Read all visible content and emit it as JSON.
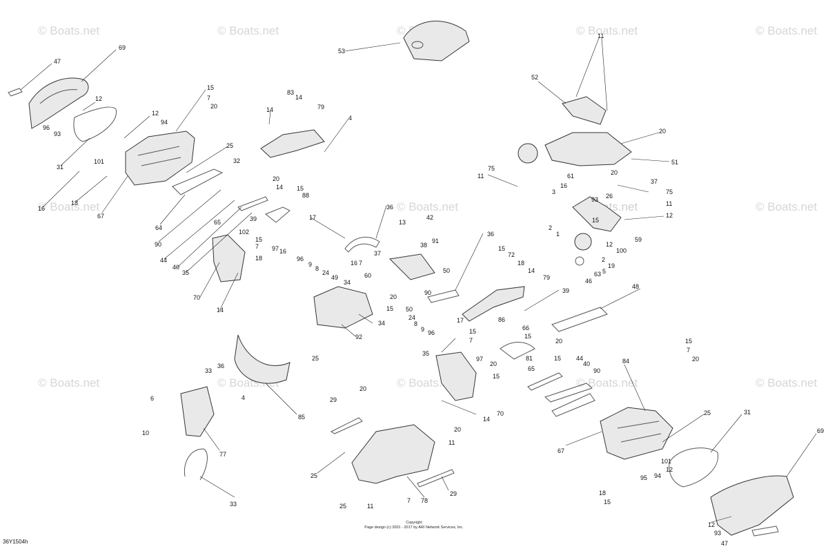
{
  "watermark": "© Boats.net",
  "drawing_id": "36Y1504h",
  "copyright": {
    "line1": "Copyright",
    "line2": "Page design (c) 2001 - 2017 by ARI Network Services, Inc."
  },
  "callouts": {
    "n47a": "47",
    "n69a": "69",
    "n12a": "12",
    "n96a": "96",
    "n93a": "93",
    "n31a": "31",
    "n12b": "12",
    "n94a": "94",
    "n101a": "101",
    "n16a": "16",
    "n18a": "18",
    "n67a": "67",
    "n15a": "15",
    "n7a": "7",
    "n20a": "20",
    "n25a": "25",
    "n64a": "64",
    "n83": "83",
    "n14a": "14",
    "n14b": "14",
    "n79a": "79",
    "n4a": "4",
    "n32": "32",
    "n20b": "20",
    "n14c": "14",
    "n15b": "15",
    "n88": "88",
    "n90a": "90",
    "n44a": "44",
    "n40a": "40",
    "n35a": "35",
    "n65a": "65",
    "n102": "102",
    "n39a": "39",
    "n15c": "15",
    "n7b": "7",
    "n18b": "18",
    "n97a": "97",
    "n16b": "16",
    "n70a": "70",
    "n14d": "14",
    "n53": "53",
    "n11a": "11",
    "n52": "52",
    "n20c": "20",
    "n51": "51",
    "n75a": "75",
    "n11b": "11",
    "n37a": "37",
    "n75b": "75",
    "n3": "3",
    "n16c": "16",
    "n61": "61",
    "n20d": "20",
    "n26": "26",
    "n11c": "11",
    "n93b": "93",
    "n12c": "12",
    "n2a": "2",
    "n1": "1",
    "n15d": "15",
    "n59": "59",
    "n12d": "12",
    "n100": "100",
    "n2b": "2",
    "n19": "19",
    "n46": "46",
    "n63": "63",
    "n5": "5",
    "n36a": "36",
    "n13": "13",
    "n42": "42",
    "n36b": "36",
    "n17a": "17",
    "n37b": "37",
    "n38": "38",
    "n91": "91",
    "n96b": "96",
    "n9a": "9",
    "n8a": "8",
    "n24a": "24",
    "n49": "49",
    "n16d": "16",
    "n7c": "7",
    "n50": "50",
    "n34a": "34",
    "n60": "60",
    "n20e": "20",
    "n15e": "15",
    "n72": "72",
    "n18c": "18",
    "n14e": "14",
    "n79b": "79",
    "n15f": "15",
    "n34b": "34",
    "n92": "92",
    "n25b": "25",
    "n90b": "90",
    "n50b": "50",
    "n24b": "24",
    "n8b": "8",
    "n9b": "9",
    "n96c": "96",
    "n39b": "39",
    "n48": "48",
    "n66": "66",
    "n15g": "15",
    "n17b": "17",
    "n86": "86",
    "n15h": "15",
    "n7d": "7",
    "n20f": "20",
    "n35b": "35",
    "n97b": "97",
    "n20g": "20",
    "n81": "81",
    "n15i": "15",
    "n15j": "15",
    "n65b": "65",
    "n44b": "44",
    "n40b": "40",
    "n90c": "90",
    "n70b": "70",
    "n14f": "14",
    "n84": "84",
    "n15k": "15",
    "n7e": "7",
    "n20h": "20",
    "n36c": "36",
    "n33a": "33",
    "n6": "6",
    "n4b": "4",
    "n10": "10",
    "n77": "77",
    "n33b": "33",
    "n85": "85",
    "n29a": "29",
    "n20i": "20",
    "n20j": "20",
    "n11d": "11",
    "n25c": "25",
    "n29b": "29",
    "n25d": "25",
    "n11e": "11",
    "n7f": "7",
    "n78": "78",
    "n67b": "67",
    "n25e": "25",
    "n31b": "31",
    "n69b": "69",
    "n101b": "101",
    "n12e": "12",
    "n94b": "94",
    "n95": "95",
    "n18d": "18",
    "n15l": "15",
    "n12f": "12",
    "n93c": "93",
    "n47b": "47"
  }
}
